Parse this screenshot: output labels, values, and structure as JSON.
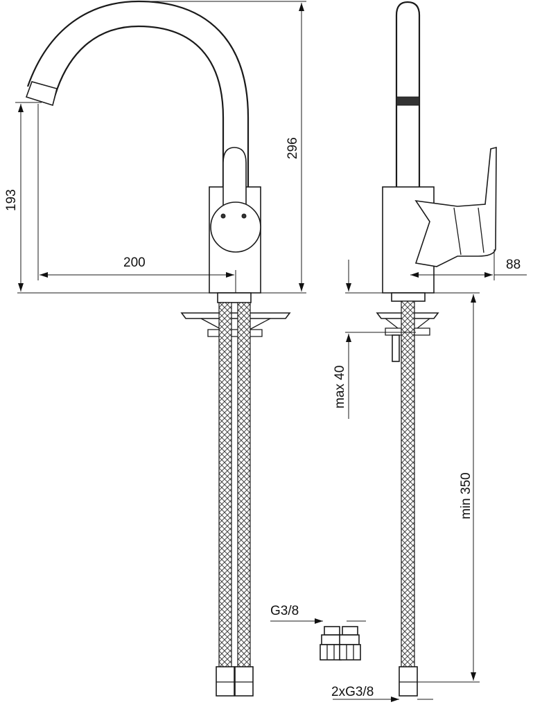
{
  "drawing": {
    "front_view": {
      "dimensions": {
        "height_total": "296",
        "spout_height": "193",
        "spout_reach": "200"
      }
    },
    "side_view": {
      "dimensions": {
        "lever_projection": "88",
        "max_deck_thickness": "max 40",
        "min_hose_length": "min 350",
        "hose_connection": "2xG3/8"
      }
    },
    "fitting": {
      "thread": "G3/8"
    },
    "colors": {
      "line": "#1a1a1a",
      "background": "#ffffff"
    }
  }
}
